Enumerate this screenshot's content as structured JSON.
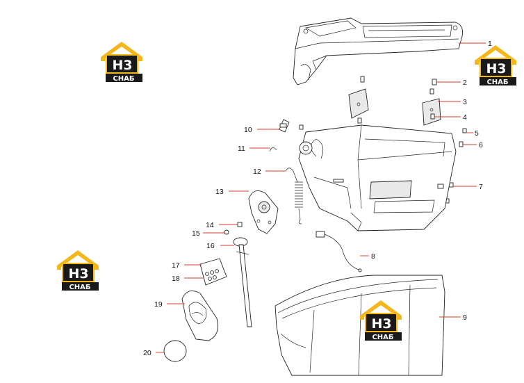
{
  "callouts": [
    {
      "label": "1"
    },
    {
      "label": "2"
    },
    {
      "label": "3"
    },
    {
      "label": "4"
    },
    {
      "label": "5"
    },
    {
      "label": "6"
    },
    {
      "label": "7"
    },
    {
      "label": "8"
    },
    {
      "label": "9"
    },
    {
      "label": "10"
    },
    {
      "label": "11"
    },
    {
      "label": "12"
    },
    {
      "label": "13"
    },
    {
      "label": "14"
    },
    {
      "label": "15"
    },
    {
      "label": "16"
    },
    {
      "label": "17"
    },
    {
      "label": "18"
    },
    {
      "label": "19"
    },
    {
      "label": "20"
    }
  ],
  "watermark": {
    "mark": "H3",
    "brand": "CHAБ",
    "colors": {
      "roof": "#f3b71b",
      "body": "#1a1a1a",
      "text": "#ffffff"
    }
  },
  "colors": {
    "leader": "#d43a2a",
    "line": "#222222"
  }
}
